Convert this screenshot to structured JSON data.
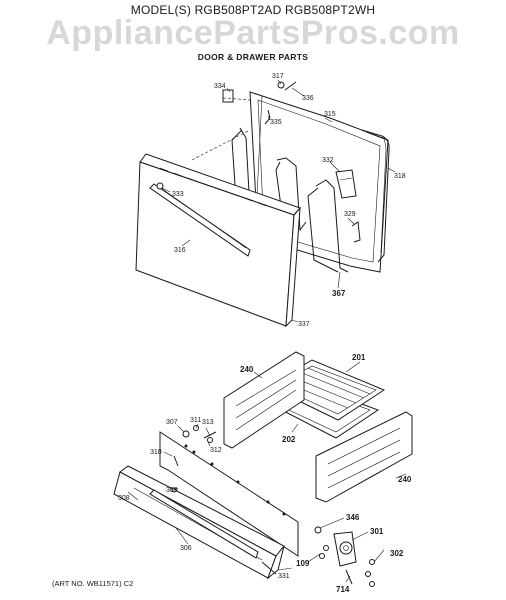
{
  "header": {
    "models": "MODEL(S) RGB508PT2AD  RGB508PT2WH",
    "section": "DOOR & DRAWER PARTS"
  },
  "watermark": "AppliancePartsPros.com",
  "footer": {
    "art_no": "(ART NO. WB11571) C2"
  },
  "callouts": {
    "c334": "334",
    "c317": "317",
    "c336": "336",
    "c335": "335",
    "c315": "315",
    "c332": "332",
    "c318": "318",
    "c333": "333",
    "c329": "329",
    "c316": "316",
    "c367": "367",
    "c337": "337",
    "c201": "201",
    "c240a": "240",
    "c202": "202",
    "c307": "307",
    "c311": "311",
    "c313": "313",
    "c312": "312",
    "c310": "310",
    "c309": "309",
    "c308": "308",
    "c306": "306",
    "c240b": "240",
    "c346": "346",
    "c301": "301",
    "c302": "302",
    "c109": "109",
    "c331": "331",
    "c714": "714"
  }
}
